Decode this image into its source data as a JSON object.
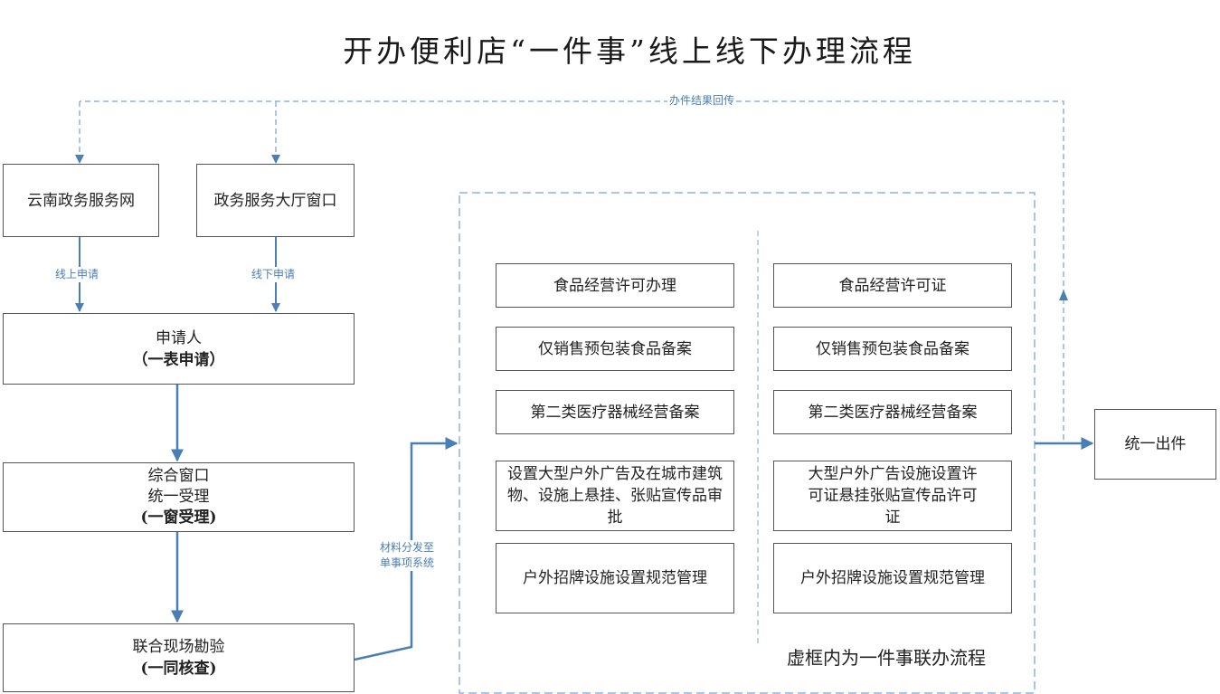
{
  "title": "开办便利店“一件事”线上线下办理流程",
  "labels": {
    "feedback": "办件结果回传",
    "online": "线上申请",
    "offline": "线下申请",
    "dispatch_line1": "材料分发至",
    "dispatch_line2": "单事项系统"
  },
  "left": {
    "yunnan": "云南政务服务网",
    "hall": "政务服务大厅窗口",
    "applicant_line1": "申请人",
    "applicant_line2": "（一表申请）",
    "window_line1": "综合窗口",
    "window_line2": "统一受理",
    "window_line3": "(一窗受理)",
    "inspect_line1": "联合现场勘验",
    "inspect_line2": "(一同核查)"
  },
  "process_items": [
    "食品经营许可办理",
    "仅销售预包装食品备案",
    "第二类医疗器械经营备案",
    "设置大型户外广告及在城市建筑物、设施上悬挂、张贴宣传品审批",
    "户外招牌设施设置规范管理"
  ],
  "result_items": [
    "食品经营许可证",
    "仅销售预包装食品备案",
    "第二类医疗器械经营备案",
    "大型户外广告设施设置许可证悬挂张贴宣传品许可证",
    "户外招牌设施设置规范管理"
  ],
  "note": "虚框内为一件事联办流程",
  "output": "统一出件",
  "colors": {
    "arrow": "#4a7fb5",
    "dashed": "#8fb4d8",
    "border": "#555555"
  }
}
